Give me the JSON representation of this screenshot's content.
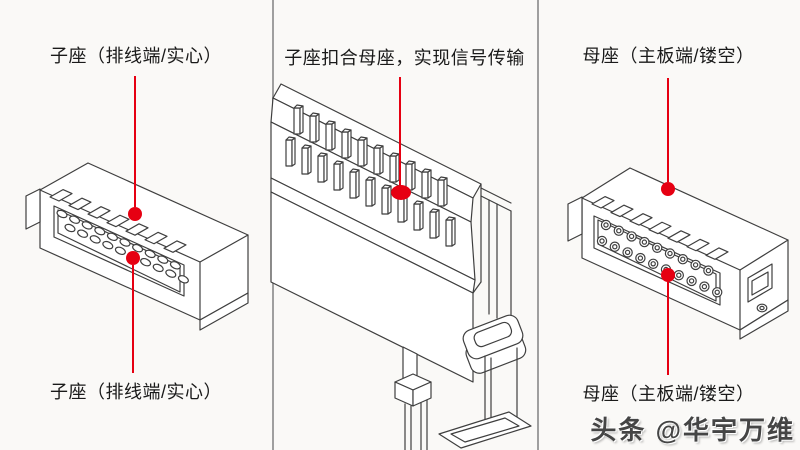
{
  "colors": {
    "background": "#faf9f7",
    "line": "#3f3f3f",
    "divider": "#9f9f9f",
    "accent_red": "#e60012",
    "title_text": "#1a1a1a",
    "watermark_text": "#454545"
  },
  "panels": {
    "left": {
      "top_label": "子座（排线端/实心）",
      "bottom_label": "子座（排线端/实心）",
      "connector": {
        "type": "male-header-solid-pins",
        "pin_rows": 2,
        "pins_per_row": 10,
        "comb_teeth": 7
      }
    },
    "middle": {
      "top_label": "子座扣合母座，实现信号传输",
      "connector": {
        "type": "mated-closeup",
        "far_pins": 10,
        "near_pins": 11
      }
    },
    "right": {
      "top_label": "母座（主板端/镂空）",
      "bottom_label": "母座（主板端/镂空）",
      "connector": {
        "type": "female-socket-hollow",
        "hole_rows": 2,
        "holes_top_row": 9,
        "holes_bottom_row": 10,
        "comb_teeth": 7
      }
    }
  },
  "watermark": {
    "text": "头条 @华宇万维"
  }
}
